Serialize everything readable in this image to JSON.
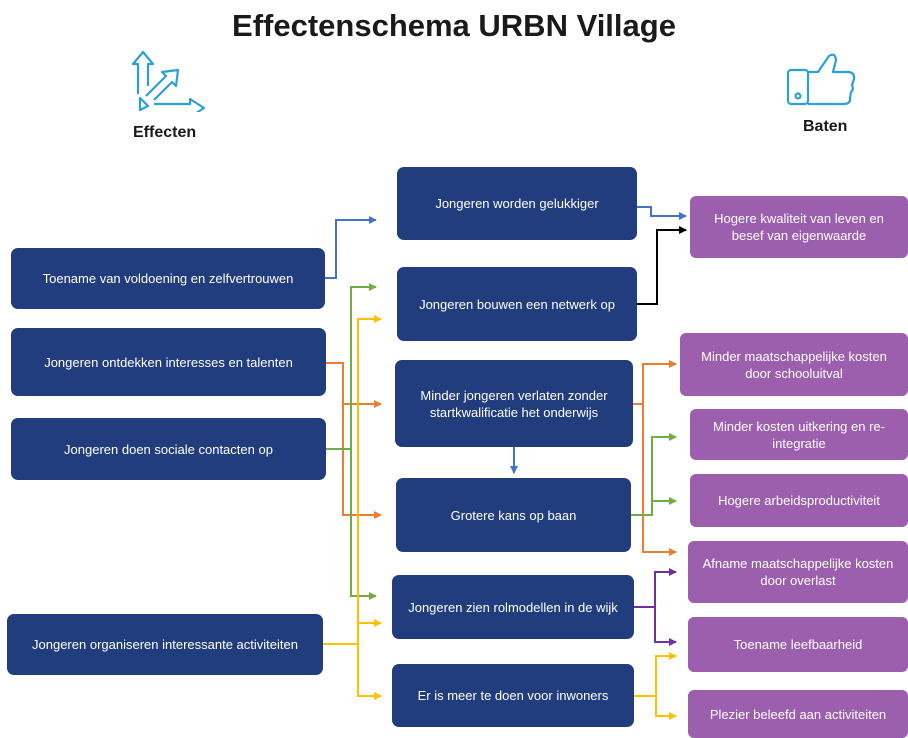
{
  "title": "Effectenschema URBN Village",
  "labels": {
    "effecten": "Effecten",
    "baten": "Baten"
  },
  "icons": {
    "effecten": "arrows-outward-icon",
    "baten": "thumbs-up-icon"
  },
  "colors": {
    "navy": "#223d7e",
    "purple": "#9b5fae",
    "blue_line": "#4472c4",
    "black_line": "#000000",
    "orange_line": "#ed7d31",
    "green_line": "#70ad47",
    "yellow_line": "#ffc000",
    "violet_line": "#7030a0"
  },
  "causes": [
    "Toename van voldoening en zelfvertrouwen",
    "Jongeren ontdekken interesses en talenten",
    "Jongeren doen sociale contacten op",
    "Jongeren organiseren interessante activiteiten"
  ],
  "effects": [
    "Jongeren worden gelukkiger",
    "Jongeren bouwen een netwerk op",
    "Minder jongeren verlaten zonder startkwalificatie het onderwijs",
    "Grotere kans op baan",
    "Jongeren zien rolmodellen in de wijk",
    "Er is meer te doen voor inwoners"
  ],
  "benefits": [
    "Hogere kwaliteit van leven en besef van eigenwaarde",
    "Minder maatschappelijke kosten door schooluitval",
    "Minder kosten uitkering en re-integratie",
    "Hogere arbeidsproductiviteit",
    "Afname maatschappelijke kosten door overlast",
    "Toename leefbaarheid",
    "Plezier beleefd aan activiteiten"
  ]
}
